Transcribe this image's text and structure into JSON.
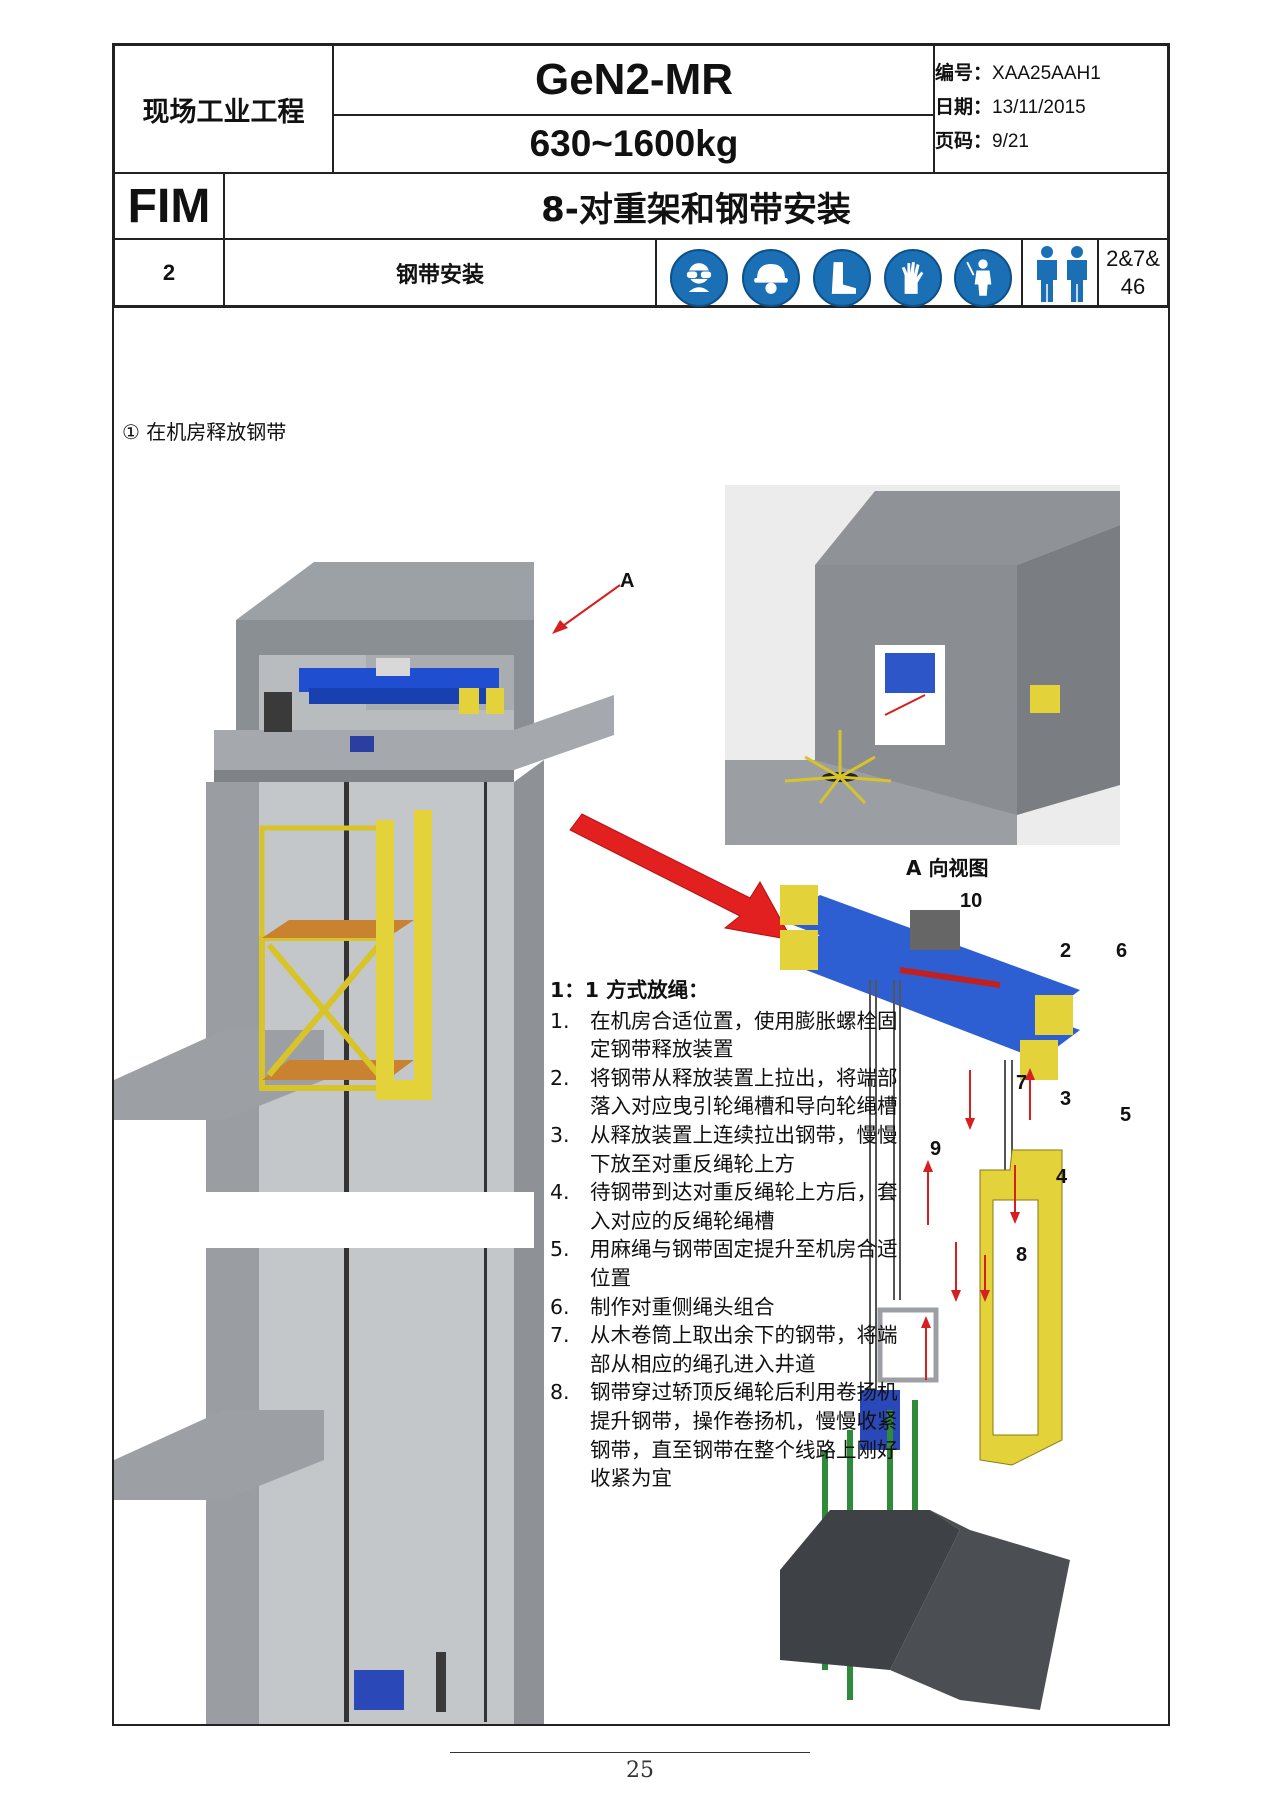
{
  "header": {
    "company": "现场工业工程",
    "model": "GeN2-MR",
    "load_range": "630~1600kg",
    "doc_no_label": "编号：",
    "doc_no": "XAA25AAH1",
    "date_label": "日期：",
    "date": "13/11/2015",
    "page_label": "页码：",
    "page": "9/21",
    "fim": "FIM",
    "section_title": "8-对重架和钢带安装",
    "step_number": "2",
    "step_title": "钢带安装",
    "ppe_icons": [
      "safety-glasses-icon",
      "hard-hat-icon",
      "safety-boots-icon",
      "gloves-icon",
      "harness-icon"
    ],
    "personnel_icon": "two-persons-icon",
    "pages_ref_line1": "2&7&",
    "pages_ref_line2": "46"
  },
  "body": {
    "step_heading": "① 在机房释放钢带",
    "view_arrow_label": "A",
    "view_title": "A 向视图",
    "callouts": [
      "10",
      "2",
      "6",
      "7",
      "3",
      "5",
      "9",
      "4",
      "8"
    ],
    "instructions": {
      "heading": "1：1 方式放绳：",
      "items": [
        {
          "n": "1.",
          "text": "在机房合适位置，使用膨胀螺栓固定钢带释放装置"
        },
        {
          "n": "2.",
          "text": "将钢带从释放装置上拉出，将端部落入对应曳引轮绳槽和导向轮绳槽"
        },
        {
          "n": "3.",
          "text": "从释放装置上连续拉出钢带，慢慢下放至对重反绳轮上方"
        },
        {
          "n": "4.",
          "text": "待钢带到达对重反绳轮上方后，套入对应的反绳轮绳槽"
        },
        {
          "n": "5.",
          "text": "用麻绳与钢带固定提升至机房合适位置"
        },
        {
          "n": "6.",
          "text": "制作对重侧绳头组合"
        },
        {
          "n": "7.",
          "text": "从木卷筒上取出余下的钢带，将端部从相应的绳孔进入井道"
        },
        {
          "n": "8.",
          "text": "钢带穿过轿顶反绳轮后利用卷扬机提升钢带，操作卷扬机，慢慢收紧钢带，直至钢带在整个线路上刚好收紧为宜"
        }
      ]
    }
  },
  "footer": {
    "page_number": "25"
  }
}
